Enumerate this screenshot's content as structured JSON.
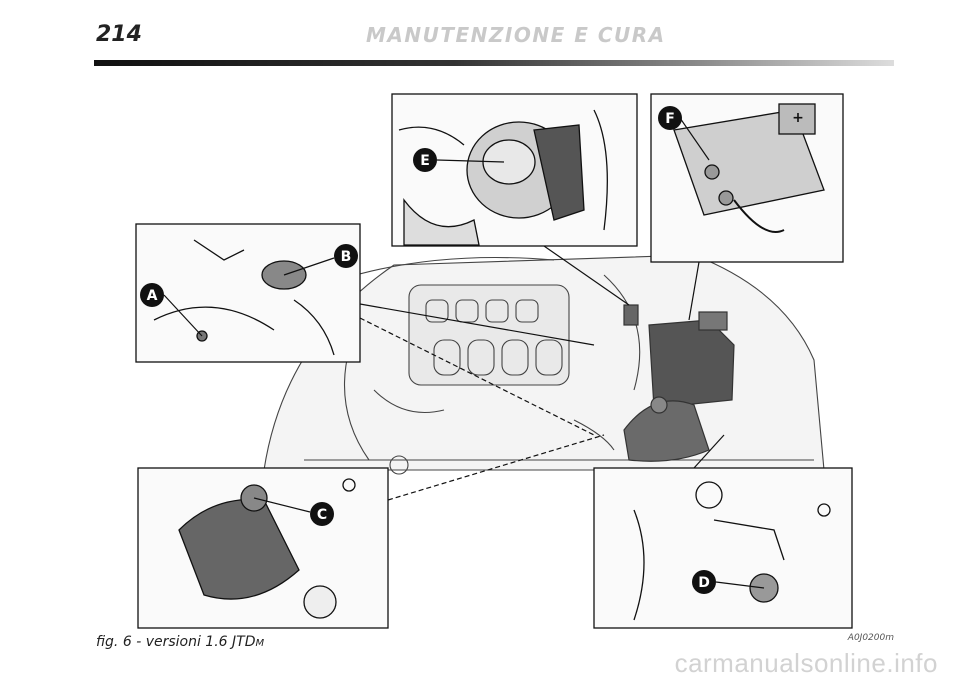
{
  "header": {
    "page_number": "214",
    "section_title": "MANUTENZIONE E CURA"
  },
  "figure": {
    "callouts": [
      "A",
      "B",
      "C",
      "D",
      "E",
      "F"
    ],
    "caption_main": "fig. 6 - versioni 1.6 JTD",
    "caption_sub": "M",
    "code": "A0J0200m"
  },
  "watermark": "carmanualsonline.info"
}
